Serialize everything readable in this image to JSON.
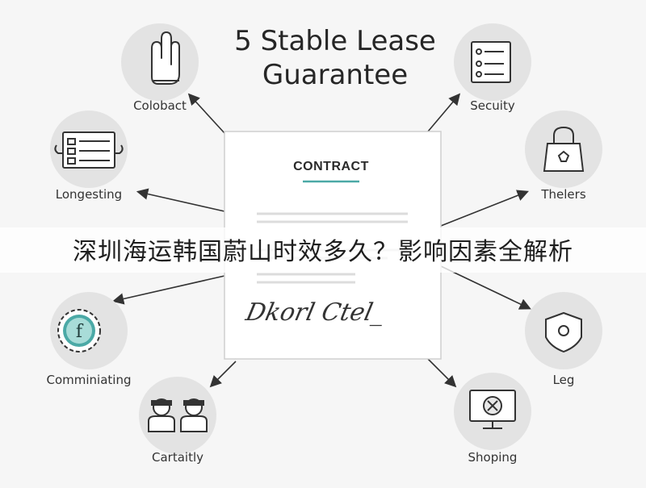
{
  "title": "5 Stable Lease Guarantee",
  "contract": {
    "heading": "CONTRACT",
    "signature": "Dkorl Ctel_"
  },
  "banner_text": "深圳海运韩国蔚山时效多久？影响因素全解析",
  "nodes": [
    {
      "label": "Colobact",
      "icon": "hand-icon"
    },
    {
      "label": "Longesting",
      "icon": "form-list-icon"
    },
    {
      "label": "Comminiating",
      "icon": "coin-gear-icon"
    },
    {
      "label": "Cartaitly",
      "icon": "people-icon"
    },
    {
      "label": "Secuity",
      "icon": "checklist-icon"
    },
    {
      "label": "Thelers",
      "icon": "lock-icon"
    },
    {
      "label": "Leg",
      "icon": "shield-icon"
    },
    {
      "label": "Shoping",
      "icon": "monitor-icon"
    }
  ],
  "colors": {
    "circle": "#e3e3e3",
    "ink": "#333333",
    "accent": "#4ba9a6",
    "accent_light": "#a8dcd8"
  }
}
